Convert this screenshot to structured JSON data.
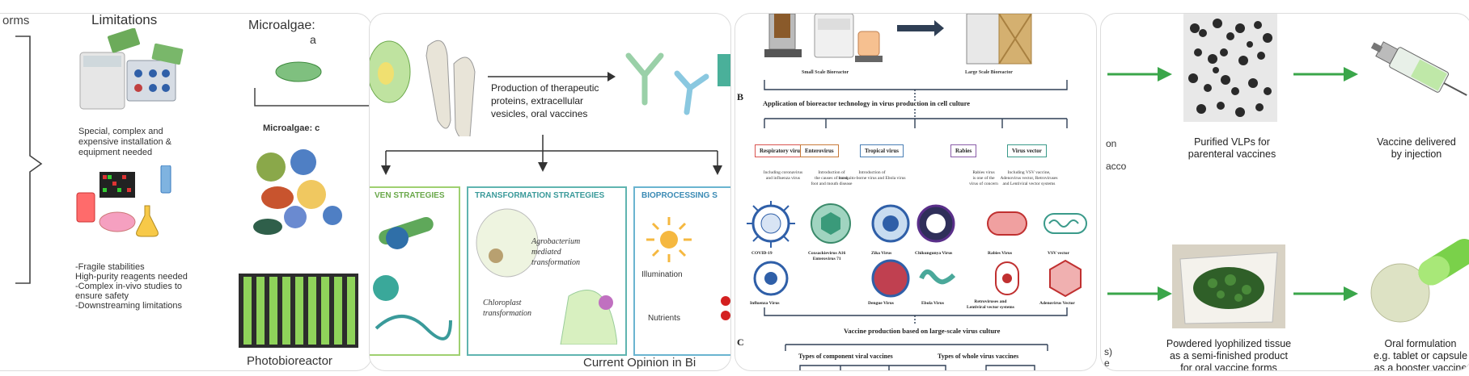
{
  "card1": {
    "left_label": "orms",
    "limitations_title": "Limitations",
    "limitation_1": "Special, complex and\nexpensive installation &\nequipment needed",
    "limitation_2": "-Fragile stabilities\nHigh-purity reagents needed\n-Complex in-vivo studies to\nensure safety\n-Downstreaming limitations",
    "microalgae_title": "Microalgae:",
    "microalgae_sub": "a",
    "microalgae_label": "Microalgae: c",
    "photobioreactor": "Photobioreactor"
  },
  "card2": {
    "production_text": "Production of therapeutic\nproteins, extracellular\nvesicles, oral vaccines",
    "strategy_left": "VEN STRATEGIES",
    "strategy_middle": "TRANSFORMATION STRATEGIES",
    "strategy_right": "BIOPROCESSING S",
    "agro_label": "Agrobacterium\nmediated\ntransformation",
    "chloro_label": "Chloroplast\ntransformation",
    "illumination": "Illumination",
    "nutrients": "Nutrients",
    "journal": "Current Opinion in Bi"
  },
  "card3": {
    "small_bioreactor": "Small Scale Bioreactor",
    "large_bioreactor": "Large Scale Bioreactor",
    "label_b": "B",
    "label_c": "C",
    "application_title": "Application of bioreactor technology in virus production in cell culture",
    "categories": [
      {
        "name": "Respiratory virus",
        "desc": "Including coronavirus\nand influenza virus",
        "color": "#d9534f"
      },
      {
        "name": "Enterovirus",
        "desc": "Introduction of\nthe causes of hand,\nfoot and mouth disease",
        "color": "#c87a3a"
      },
      {
        "name": "Tropical virus",
        "desc": "Introduction of\nmosquito-borne virus and Ebola virus",
        "color": "#4a7fb5"
      },
      {
        "name": "Rabies",
        "desc": "Rabies virus\nis one of the\nvirus of concern",
        "color": "#8a5ca8"
      },
      {
        "name": "Virus vector",
        "desc": "Including VSV vaccine,\nAdenovirus vector, Retroviruses\nand Lentiviral vector systems",
        "color": "#3a9a8a"
      }
    ],
    "virus_labels": [
      "COVID-19",
      "Coxsackievirus A16\nEnterovirus 71",
      "Zika Virus",
      "Chikungunya Virus",
      "Rabies Virus",
      "VSV vector"
    ],
    "virus_labels_row2": [
      "Influenza Virus",
      "Dengue Virus",
      "Ebola Virus",
      "Retroviruses and\nLentiviral vector systems",
      "Adenovirus Vector"
    ],
    "vaccine_production": "Vaccine production based on large-scale virus culture",
    "component_types": "Types of component viral vaccines",
    "whole_types": "Types of whole virus vaccines"
  },
  "card4": {
    "left_frag_1": "on",
    "left_frag_2": "acco",
    "left_frag_3": "s)",
    "left_frag_4": "e",
    "purified_vlps": "Purified VLPs for\nparenteral vaccines",
    "vaccine_injection": "Vaccine delivered\nby injection",
    "powdered_tissue": "Powdered lyophilized tissue\nas a semi-finished product\nfor oral vaccine forms",
    "oral_formulation": "Oral formulation\ne.g. tablet or capsule\nas a booster vaccine",
    "arrow_color": "#3aa64a"
  }
}
